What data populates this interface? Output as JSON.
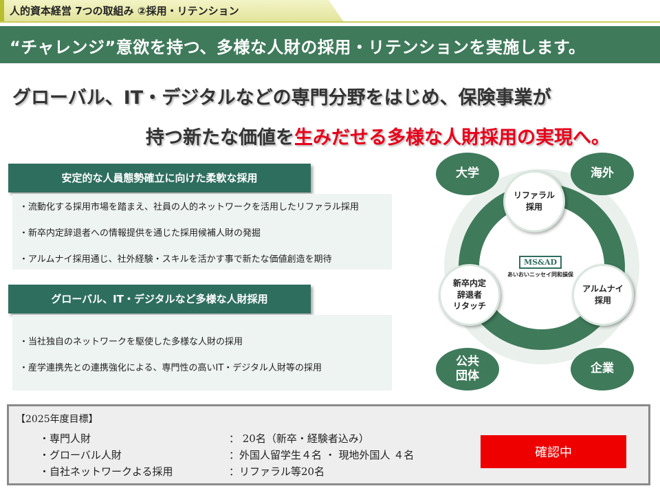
{
  "header": {
    "tab_title": "人的資本経営 7つの取組み ②採用・リテンション",
    "banner": "“チャレンジ”意欲を持つ、多様な人財の採用・リテンションを実施します。"
  },
  "headline": {
    "line1": "グローバル、IT・デジタルなどの専門分野をはじめ、保険事業が",
    "line2_prefix": "持つ新たな価値を",
    "line2_red": "生みだせる多様な人財採用の実現へ。"
  },
  "section1": {
    "title": "安定的な人員態勢確立に向けた柔軟な採用",
    "bullets": [
      "・流動化する採用市場を踏まえ、社員の人的ネットワークを活用したリファラル採用",
      "・新卒内定辞退者への情報提供を通じた採用候補人財の発掘",
      "・アルムナイ採用通じ、社外経験・スキルを活かす事で新たな価値創造を期待"
    ]
  },
  "section2": {
    "title": "グローバル、IT・デジタルなど多様な人財採用",
    "bullets": [
      "・当社独自のネットワークを駆使した多様な人財の採用",
      "・産学連携先との連携強化による、専門性の高いIT・デジタル人財等の採用"
    ]
  },
  "diagram": {
    "corners": [
      "大学",
      "海外",
      "公共\n団体",
      "企業"
    ],
    "nodes": [
      "リファラル\n採用",
      "新卒内定\n辞退者\nリタッチ",
      "アルムナイ\n採用"
    ],
    "logo_mark": "MS&AD",
    "logo_sub": "あいおいニッセイ同和損保",
    "ring_color": "#3f7a5b"
  },
  "targets": {
    "title": "【2025年度目標】",
    "rows": [
      {
        "label": "・専門人財",
        "value": "： 20名（新卒・経験者込み）"
      },
      {
        "label": "・グローバル人財",
        "value": "：外国人留学生４名 ・ 現地外国人 ４名"
      },
      {
        "label": "・自社ネットワークよる採用",
        "value": "：リファラル等20名"
      }
    ],
    "status": "確認中",
    "status_color": "#ee0000"
  }
}
